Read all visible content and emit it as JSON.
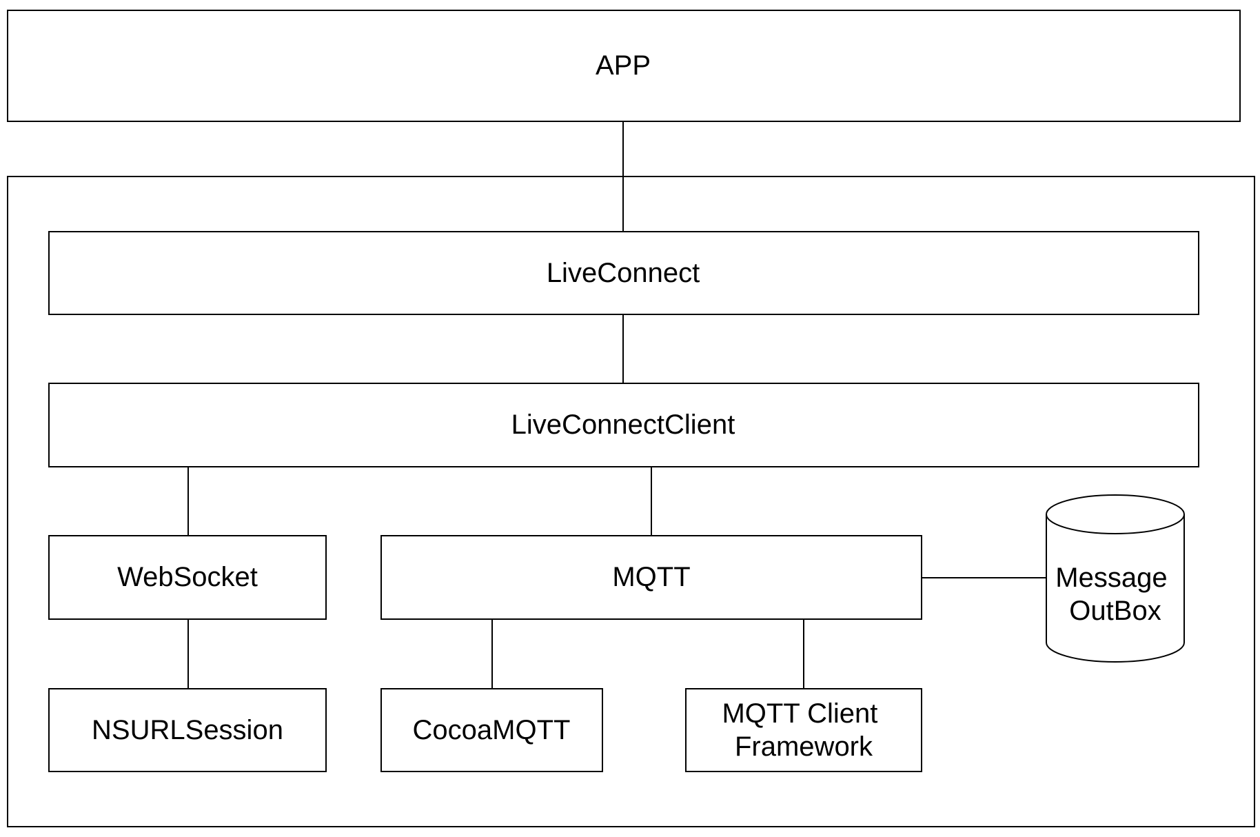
{
  "diagram": {
    "nodes": {
      "app": "APP",
      "live_connect": "LiveConnect",
      "live_connect_client": "LiveConnectClient",
      "websocket": "WebSocket",
      "mqtt": "MQTT",
      "nsurlsession": "NSURLSession",
      "cocoamqtt": "CocoaMQTT",
      "mqtt_client_framework": [
        "MQTT Client",
        "Framework"
      ],
      "message_outbox": [
        "Message",
        "OutBox"
      ]
    },
    "edges": [
      [
        "app",
        "live_connect"
      ],
      [
        "live_connect",
        "live_connect_client"
      ],
      [
        "live_connect_client",
        "websocket"
      ],
      [
        "live_connect_client",
        "mqtt"
      ],
      [
        "websocket",
        "nsurlsession"
      ],
      [
        "mqtt",
        "cocoamqtt"
      ],
      [
        "mqtt",
        "mqtt_client_framework"
      ],
      [
        "mqtt",
        "message_outbox"
      ]
    ],
    "colors": {
      "stroke": "#000000",
      "fill": "#ffffff",
      "text": "#000000"
    }
  }
}
